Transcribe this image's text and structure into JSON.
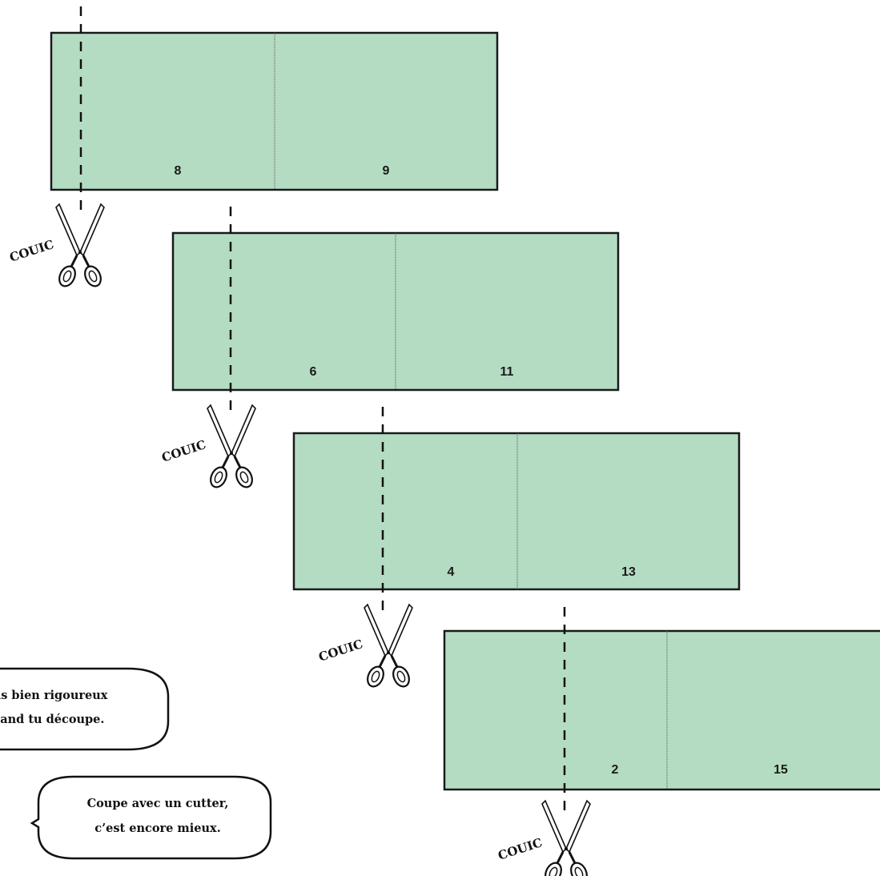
{
  "sheets": [
    {
      "left_number": "8",
      "right_number": "9"
    },
    {
      "left_number": "6",
      "right_number": "11"
    },
    {
      "left_number": "4",
      "right_number": "13"
    },
    {
      "left_number": "2",
      "right_number": "15"
    }
  ],
  "cut_sound": "COUIC",
  "bubbles": {
    "rigorous": {
      "line1": "Sois bien rigoureux",
      "line2": "quand tu découpe."
    },
    "cutter": {
      "line1": "Coupe avec un cutter,",
      "line2": "c’est encore mieux."
    }
  },
  "colors": {
    "sheet_fill": "#b4dcc2",
    "outline": "#1a1a1a"
  },
  "icons": {
    "scissors": "scissors-icon"
  }
}
